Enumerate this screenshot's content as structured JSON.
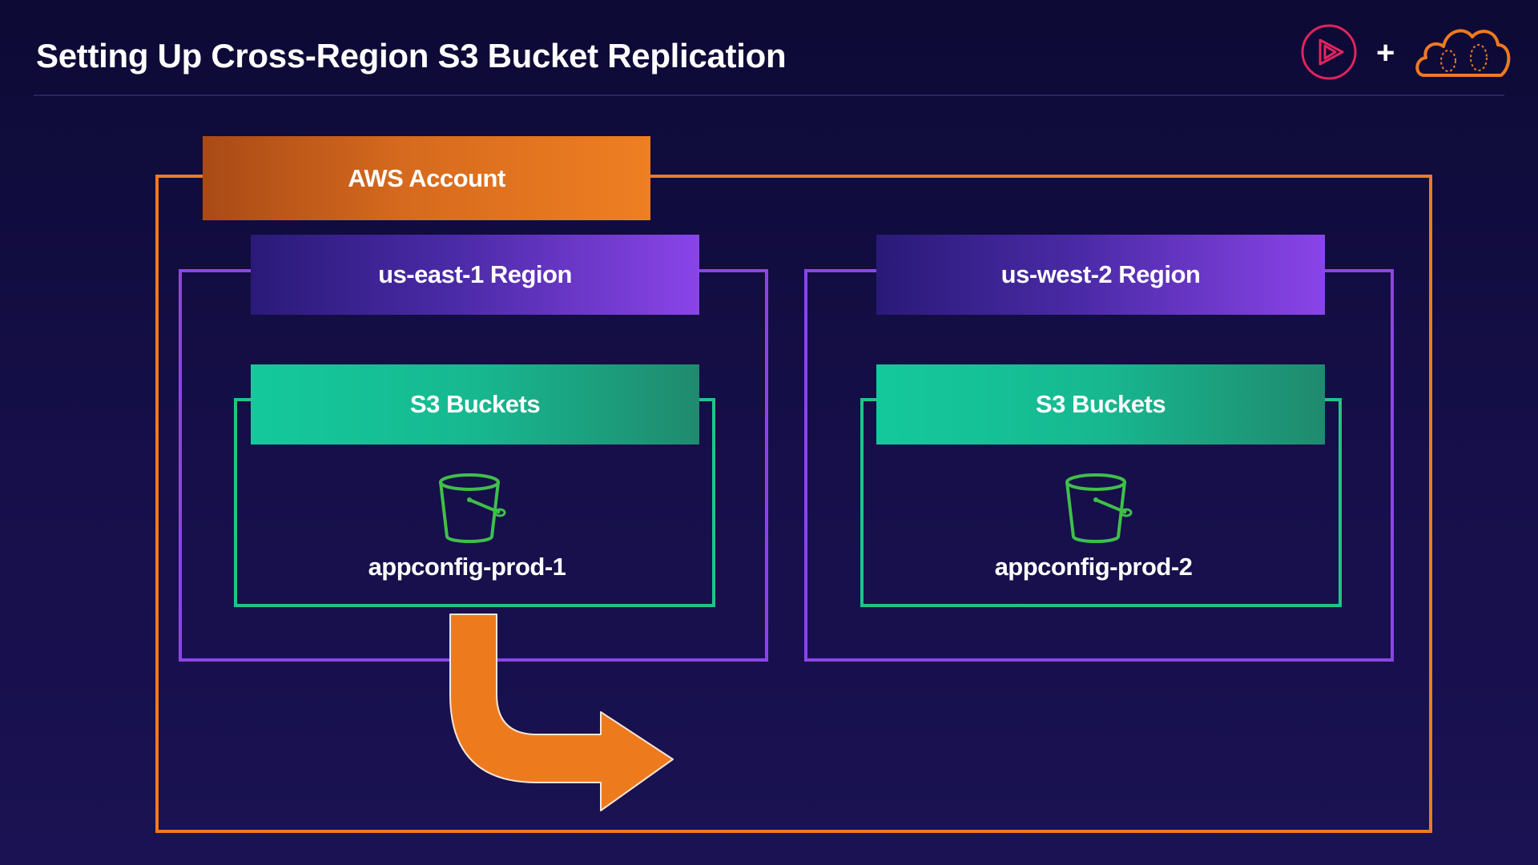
{
  "header": {
    "title": "Setting Up Cross-Region S3 Bucket Replication",
    "separator": "+",
    "logos": [
      "play-icon",
      "cloud-icon"
    ]
  },
  "diagram": {
    "account_label": "AWS Account",
    "regions": [
      {
        "label": "us-east-1 Region",
        "buckets_label": "S3 Buckets",
        "bucket_name": "appconfig-prod-1",
        "icon": "s3-bucket-icon"
      },
      {
        "label": "us-west-2 Region",
        "buckets_label": "S3 Buckets",
        "bucket_name": "appconfig-prod-2",
        "icon": "s3-bucket-icon"
      }
    ],
    "arrow": "replication-arrow"
  },
  "colors": {
    "background": "#120d40",
    "account": "#ee7a22",
    "region": "#8b45e6",
    "bucket": "#1fc586",
    "brand_red": "#e0245e"
  }
}
